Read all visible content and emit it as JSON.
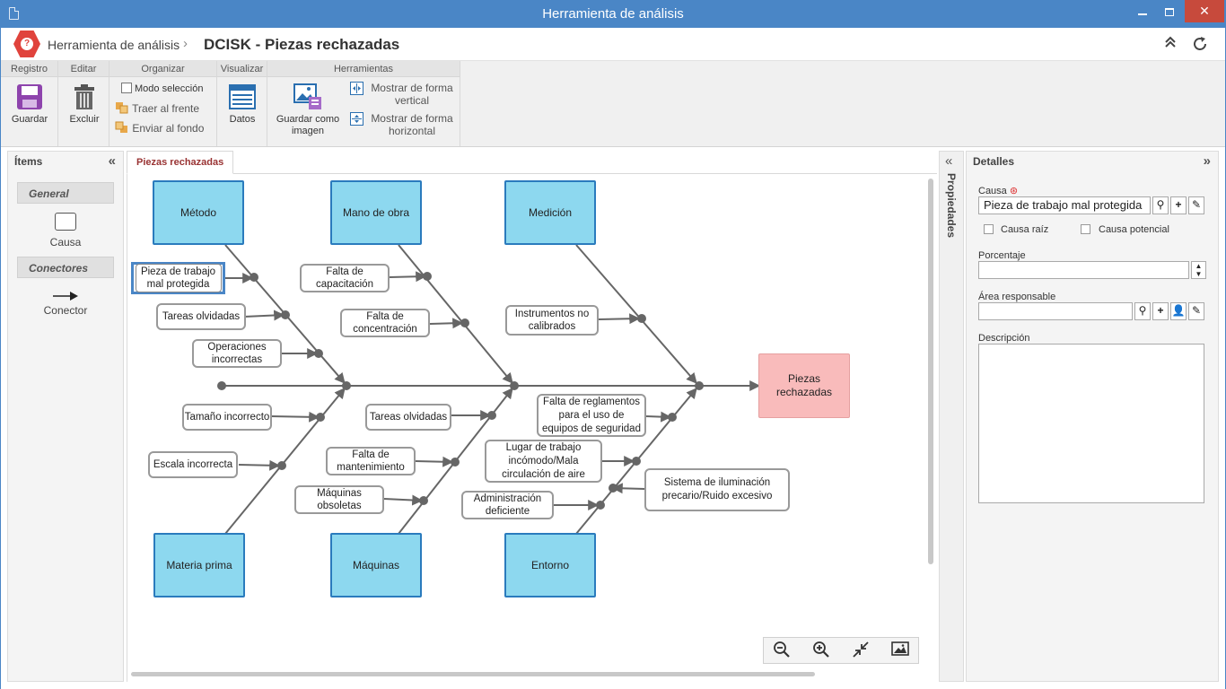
{
  "window": {
    "title": "Herramienta de análisis"
  },
  "header": {
    "breadcrumb": "Herramienta de análisis",
    "separator": "›",
    "title": "DCISK - Piezas rechazadas"
  },
  "ribbon": {
    "groups": [
      "Registro",
      "Editar",
      "Organizar",
      "Visualizar",
      "Herramientas"
    ],
    "save": "Guardar",
    "delete": "Excluir",
    "selection_mode": "Modo selección",
    "bring_front": "Traer al frente",
    "send_back": "Enviar al fondo",
    "data": "Datos",
    "save_image": "Guardar como imagen",
    "show_vertical": "Mostrar de forma vertical",
    "show_horizontal": "Mostrar de forma horizontal"
  },
  "items_panel": {
    "title": "Ítems",
    "general": "General",
    "cause": "Causa",
    "connectors": "Conectores",
    "connector": "Conector"
  },
  "tab": {
    "label": "Piezas rechazadas"
  },
  "diagram": {
    "effect": "Piezas rechazadas",
    "categories": {
      "metodo": "Método",
      "mano_obra": "Mano de obra",
      "medicion": "Medición",
      "materia": "Materia prima",
      "maquinas": "Máquinas",
      "entorno": "Entorno"
    },
    "causes": {
      "c1": "Pieza de trabajo mal protegida",
      "c2": "Tareas olvidadas",
      "c3": "Operaciones incorrectas",
      "c4": "Falta de capacitación",
      "c5": "Falta de concentración",
      "c6": "Instrumentos no calibrados",
      "c7": "Tamaño incorrecto",
      "c8": "Escala incorrecta",
      "c9": "Tareas olvidadas",
      "c10": "Falta de mantenimiento",
      "c11": "Máquinas obsoletas",
      "c12": "Falta de reglamentos para el uso de equipos de seguridad",
      "c13": "Lugar de trabajo incómodo/Mala circulación de aire",
      "c14": "Administración deficiente",
      "c15": "Sistema de iluminación precario/Ruido excesivo"
    }
  },
  "properties_tab": "Propiedades",
  "details": {
    "title": "Detalles",
    "cause_label": "Causa",
    "cause_value": "Pieza de trabajo mal protegida",
    "root_cause": "Causa raíz",
    "potential_cause": "Causa potencial",
    "percentage_label": "Porcentaje",
    "percentage_value": "",
    "area_label": "Área responsable",
    "area_value": "",
    "description_label": "Descripción",
    "description_value": ""
  },
  "colors": {
    "titlebar": "#4a86c6",
    "category_fill": "#8dd8ef",
    "category_border": "#2a7bbd",
    "effect_fill": "#f9bbbb",
    "line": "#666666"
  }
}
